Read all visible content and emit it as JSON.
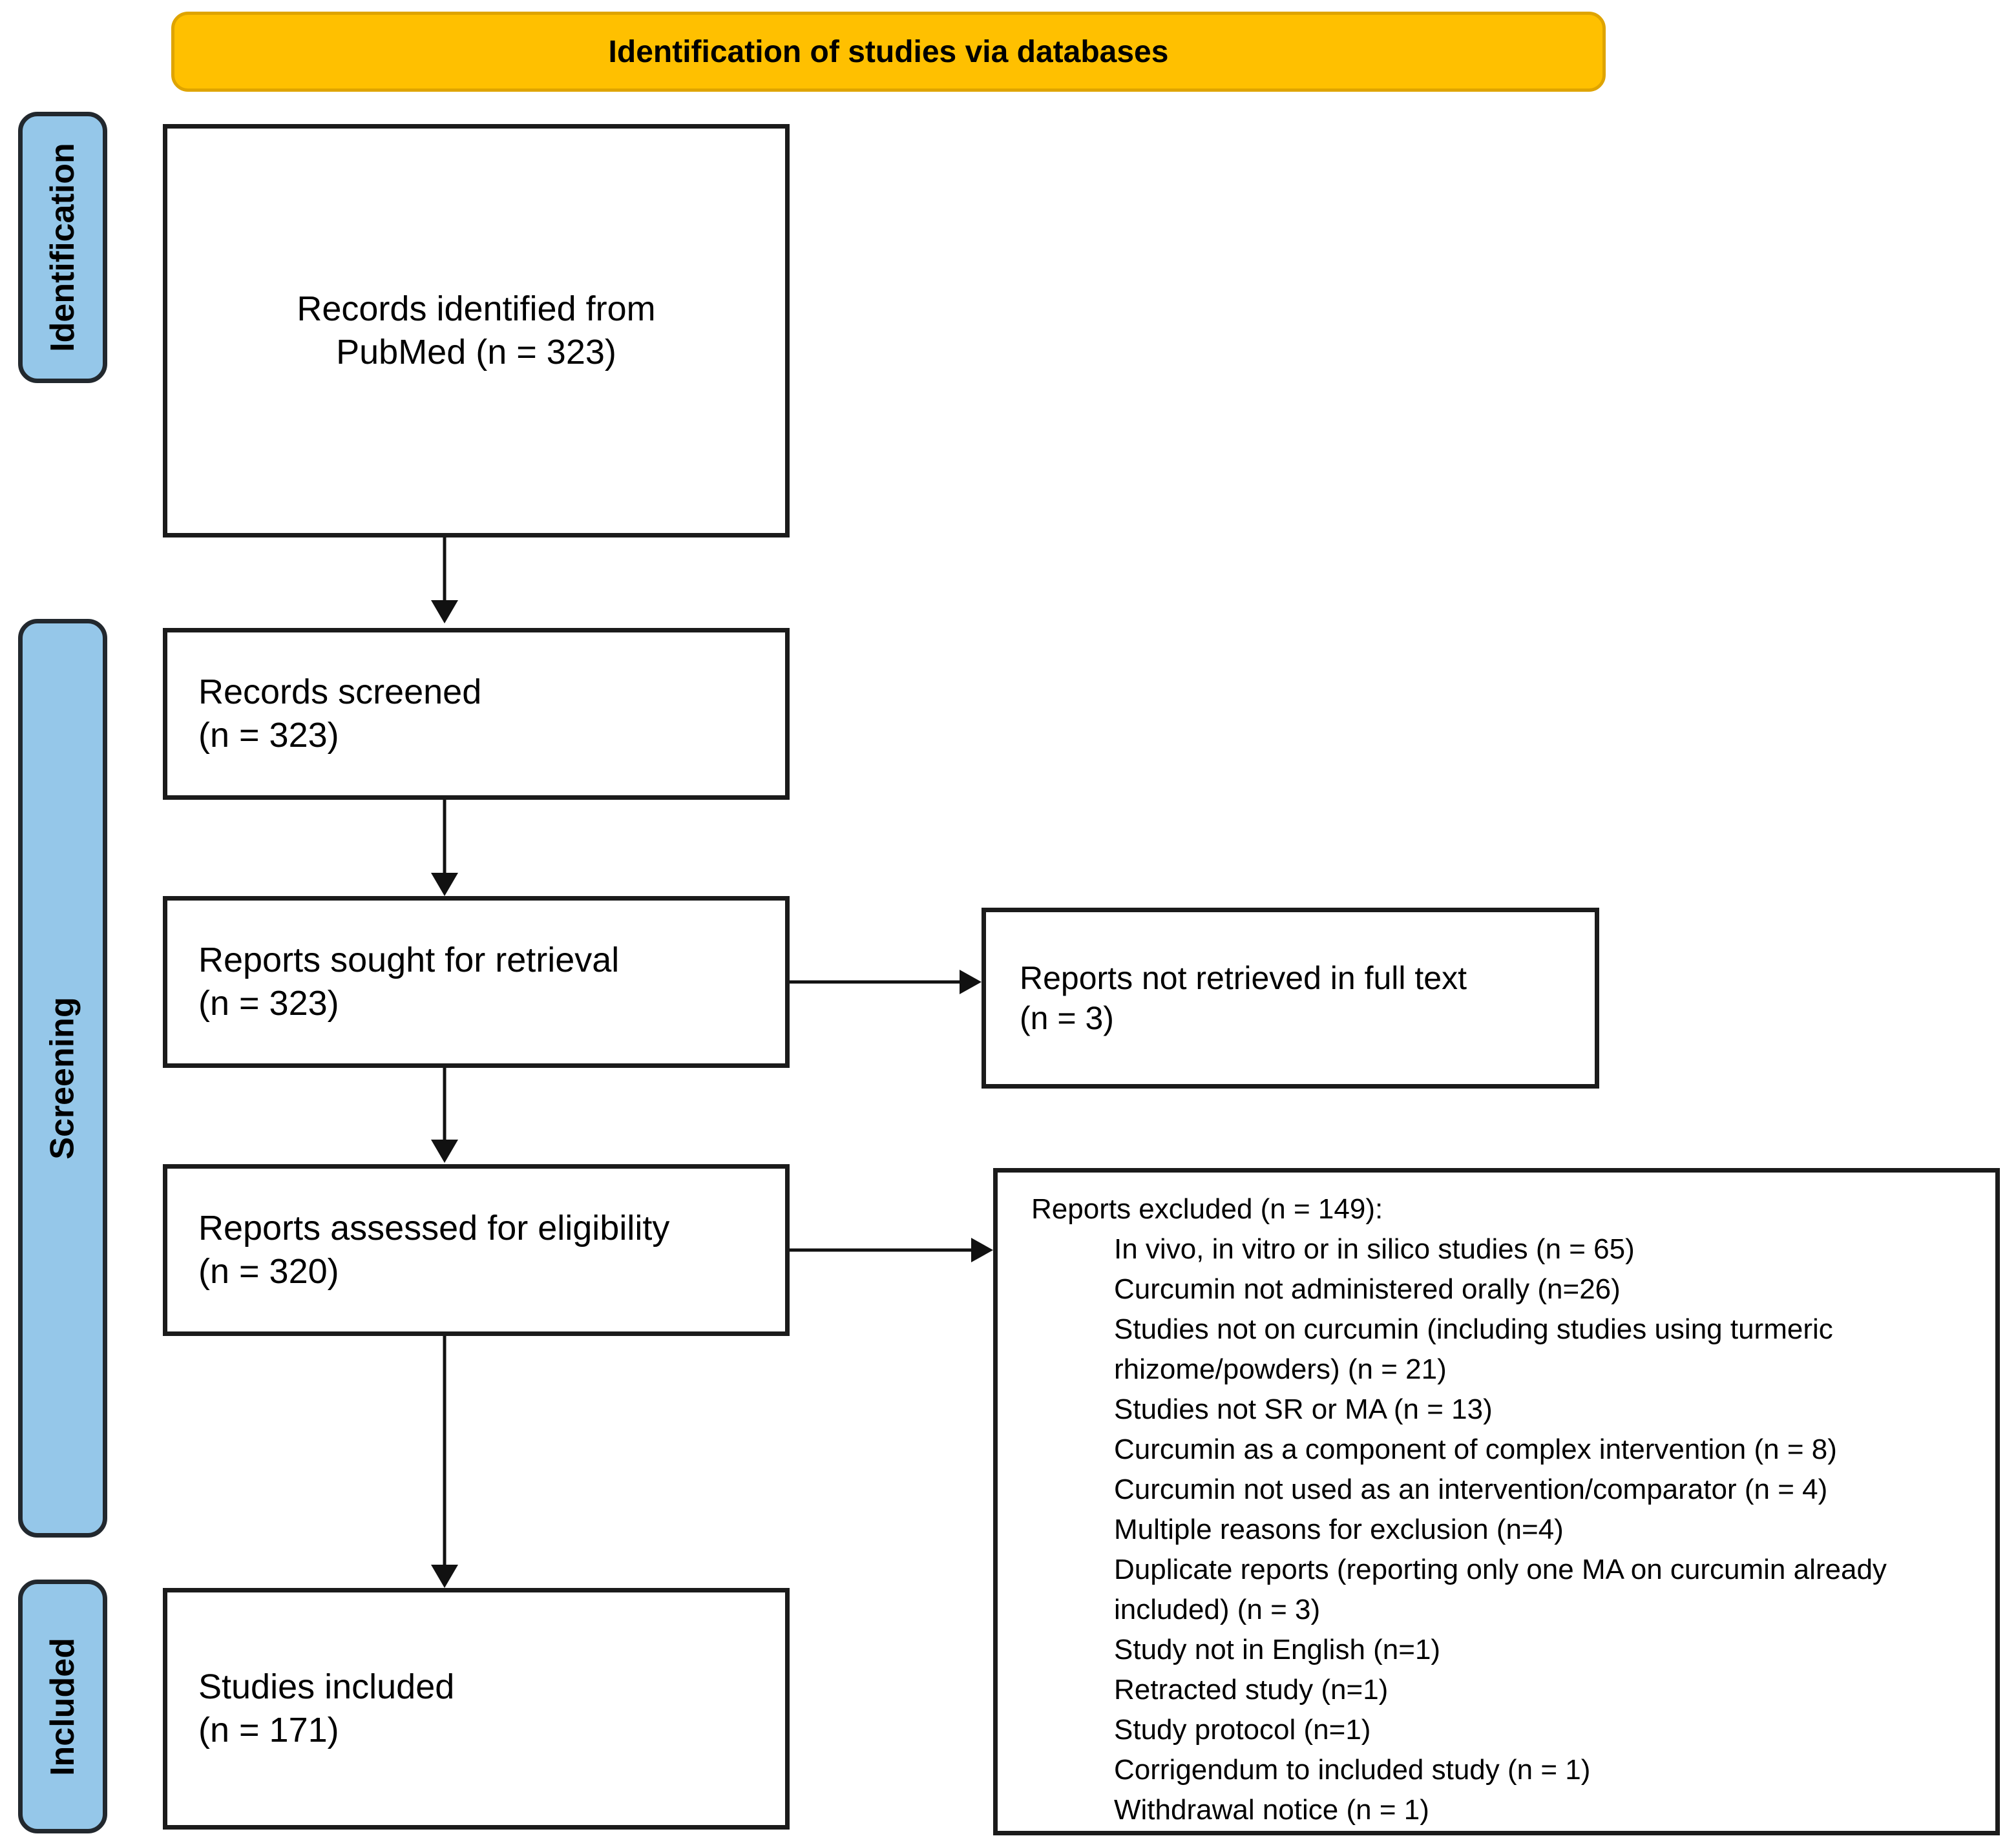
{
  "header": {
    "title": "Identification of studies via databases",
    "bg_color": "#FFC000",
    "border_color": "#DFA400"
  },
  "stages": [
    {
      "label": "Identification"
    },
    {
      "label": "Screening"
    },
    {
      "label": "Included"
    }
  ],
  "stage_style": {
    "bg_color": "#95C7E9",
    "border_color": "#22282E"
  },
  "boxes": {
    "records_identified": {
      "line1": "Records identified from",
      "line2": "PubMed (n = 323)"
    },
    "records_screened": {
      "line1": "Records screened",
      "line2": "(n = 323)"
    },
    "reports_sought": {
      "line1": "Reports sought for retrieval",
      "line2": "(n = 323)"
    },
    "reports_assessed": {
      "line1": "Reports assessed for eligibility",
      "line2": "(n = 320)"
    },
    "studies_included": {
      "line1": "Studies included",
      "line2": "(n = 171)"
    },
    "reports_not_retrieved": {
      "line1": "Reports not retrieved in full text",
      "line2": "(n = 3)"
    },
    "reports_excluded": {
      "title": "Reports excluded (n = 149):",
      "reasons": [
        "In vivo, in vitro or in silico studies (n = 65)",
        "Curcumin not administered orally (n=26)",
        "Studies not on curcumin (including studies using turmeric rhizome/powders) (n = 21)",
        "Studies not SR or MA (n = 13)",
        "Curcumin as a component of complex intervention (n = 8)",
        "Curcumin not used as an intervention/comparator (n = 4)",
        "Multiple reasons for exclusion (n=4)",
        "Duplicate reports (reporting only one MA on curcumin already included) (n = 3)",
        "Study not in English (n=1)",
        "Retracted study (n=1)",
        "Study protocol (n=1)",
        "Corrigendum to included study (n = 1)",
        "Withdrawal notice (n = 1)"
      ]
    }
  }
}
